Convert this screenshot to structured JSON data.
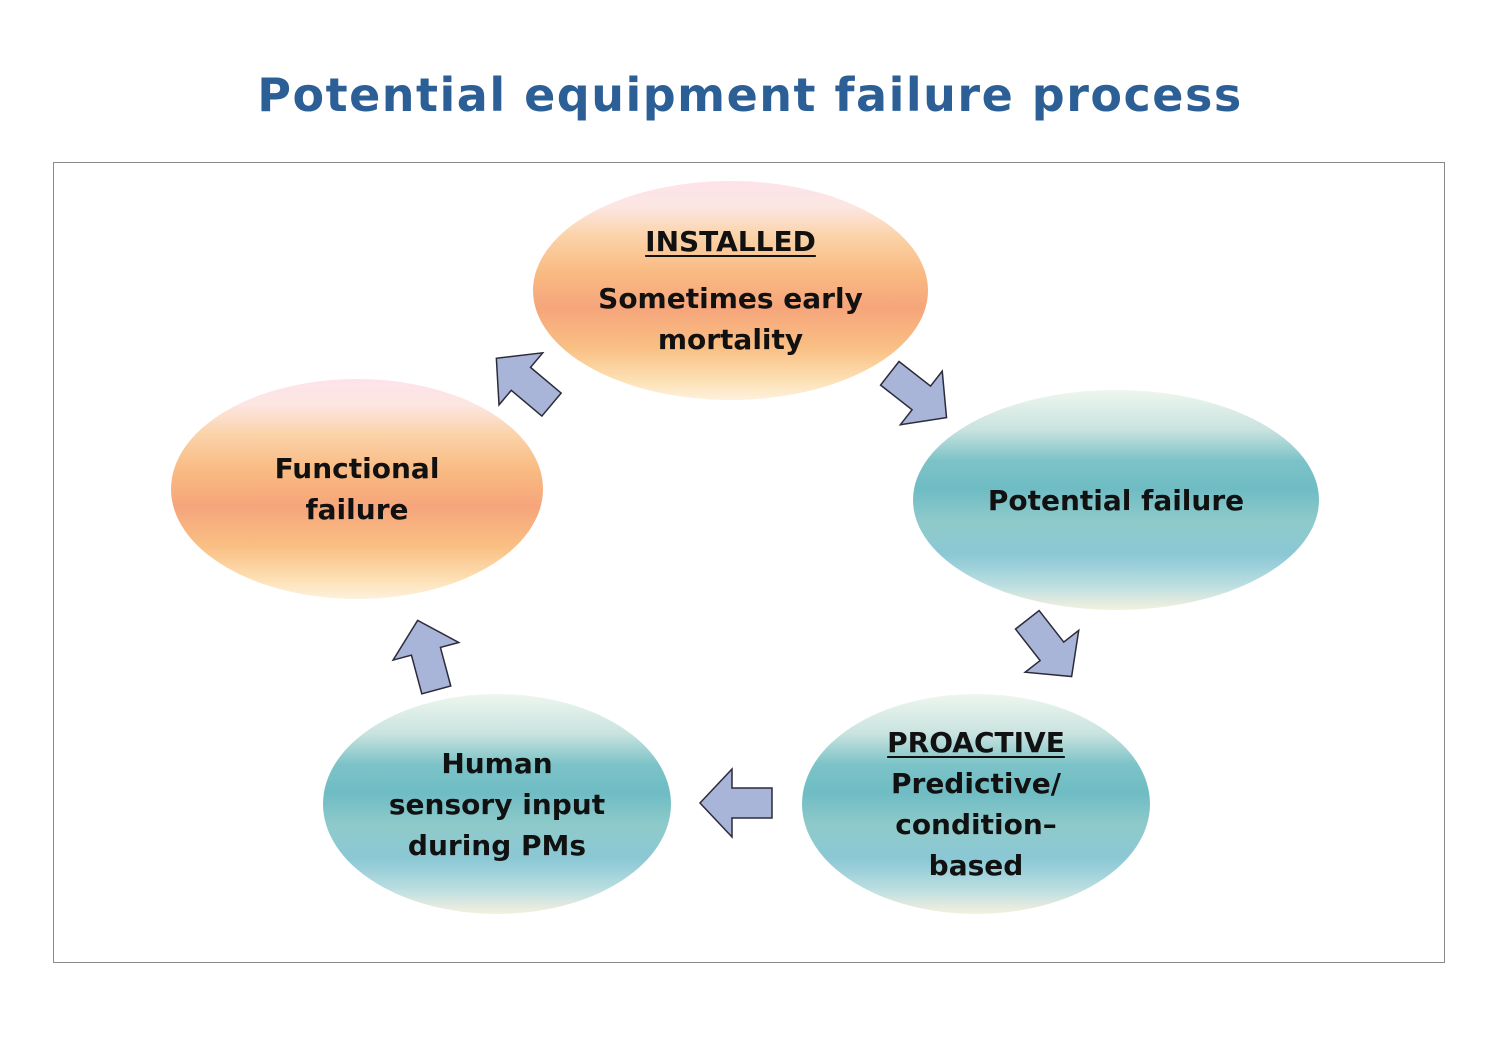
{
  "title": "Potential equipment failure process",
  "nodes": {
    "installed": {
      "heading": "INSTALLED",
      "line1": "Sometimes early",
      "line2": "mortality"
    },
    "potential": {
      "line1": "Potential failure"
    },
    "proactive": {
      "heading": "PROACTIVE",
      "line1": "Predictive/",
      "line2": "condition–",
      "line3": "based"
    },
    "human": {
      "line1": "Human",
      "line2": "sensory input",
      "line3": "during PMs"
    },
    "functional": {
      "line1": "Functional",
      "line2": "failure"
    }
  },
  "colors": {
    "title": "#2d5f97",
    "arrow_fill": "#a9b4d9",
    "arrow_stroke": "#2b2b3a"
  }
}
